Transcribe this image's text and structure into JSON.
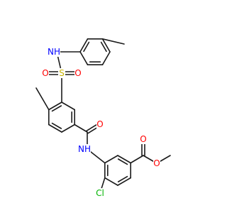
{
  "molecule": {
    "atoms": {
      "NH_sulfonamide": {
        "text": "NH",
        "color": "#0000ff"
      },
      "S": {
        "text": "S",
        "color": "#c8b400"
      },
      "O_s1": {
        "text": "O",
        "color": "#ff0000"
      },
      "O_s2": {
        "text": "O",
        "color": "#ff0000"
      },
      "O_amide": {
        "text": "O",
        "color": "#ff0000"
      },
      "NH_amide": {
        "text": "NH",
        "color": "#0000ff"
      },
      "O_ester_carbonyl": {
        "text": "O",
        "color": "#ff0000"
      },
      "O_ester": {
        "text": "O",
        "color": "#ff0000"
      },
      "Cl": {
        "text": "Cl",
        "color": "#00b400"
      }
    },
    "bond_color": "#1a1a1a"
  }
}
